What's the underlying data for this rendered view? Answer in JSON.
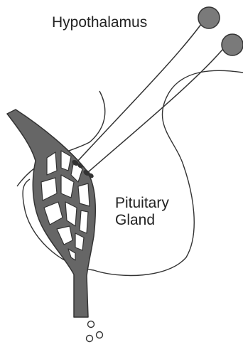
{
  "labels": {
    "hypothalamus": "Hypothalamus",
    "pituitary_line1": "Pituitary",
    "pituitary_line2": "Gland"
  },
  "colors": {
    "outline": "#333333",
    "vessel_fill": "#666666",
    "capillary_space": "#ffffff",
    "neuron_body": "#7a7a7a",
    "text": "#222222",
    "background": "#ffffff"
  }
}
